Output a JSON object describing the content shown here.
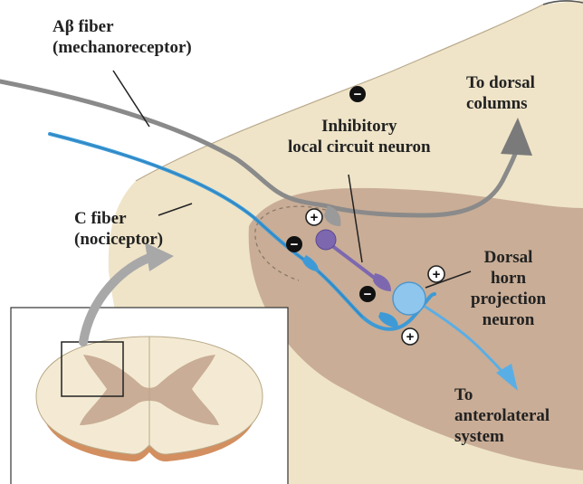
{
  "labels": {
    "abeta_line1": "Aβ fiber",
    "abeta_line2": "(mechanoreceptor)",
    "cfiber_line1": "C fiber",
    "cfiber_line2": "(nociceptor)",
    "dorsal_columns_line1": "To dorsal",
    "dorsal_columns_line2": "columns",
    "inhibitory_line1": "Inhibitory",
    "inhibitory_line2": "local circuit neuron",
    "projection_line1": "Dorsal",
    "projection_line2": "horn",
    "projection_line3": "projection",
    "projection_line4": "neuron",
    "anterolateral_line1": "To",
    "anterolateral_line2": "anterolateral",
    "anterolateral_line3": "system"
  },
  "signs": {
    "plus": "+",
    "minus": "−"
  },
  "colors": {
    "dorsal_horn_light": "#efe4c8",
    "dorsal_horn_dark": "#c9ad96",
    "abeta_fiber": "#8a8a8a",
    "c_fiber": "#3d9ad6",
    "inhibitory_neuron": "#7d68b0",
    "projection_neuron": "#8ec6ee"
  }
}
